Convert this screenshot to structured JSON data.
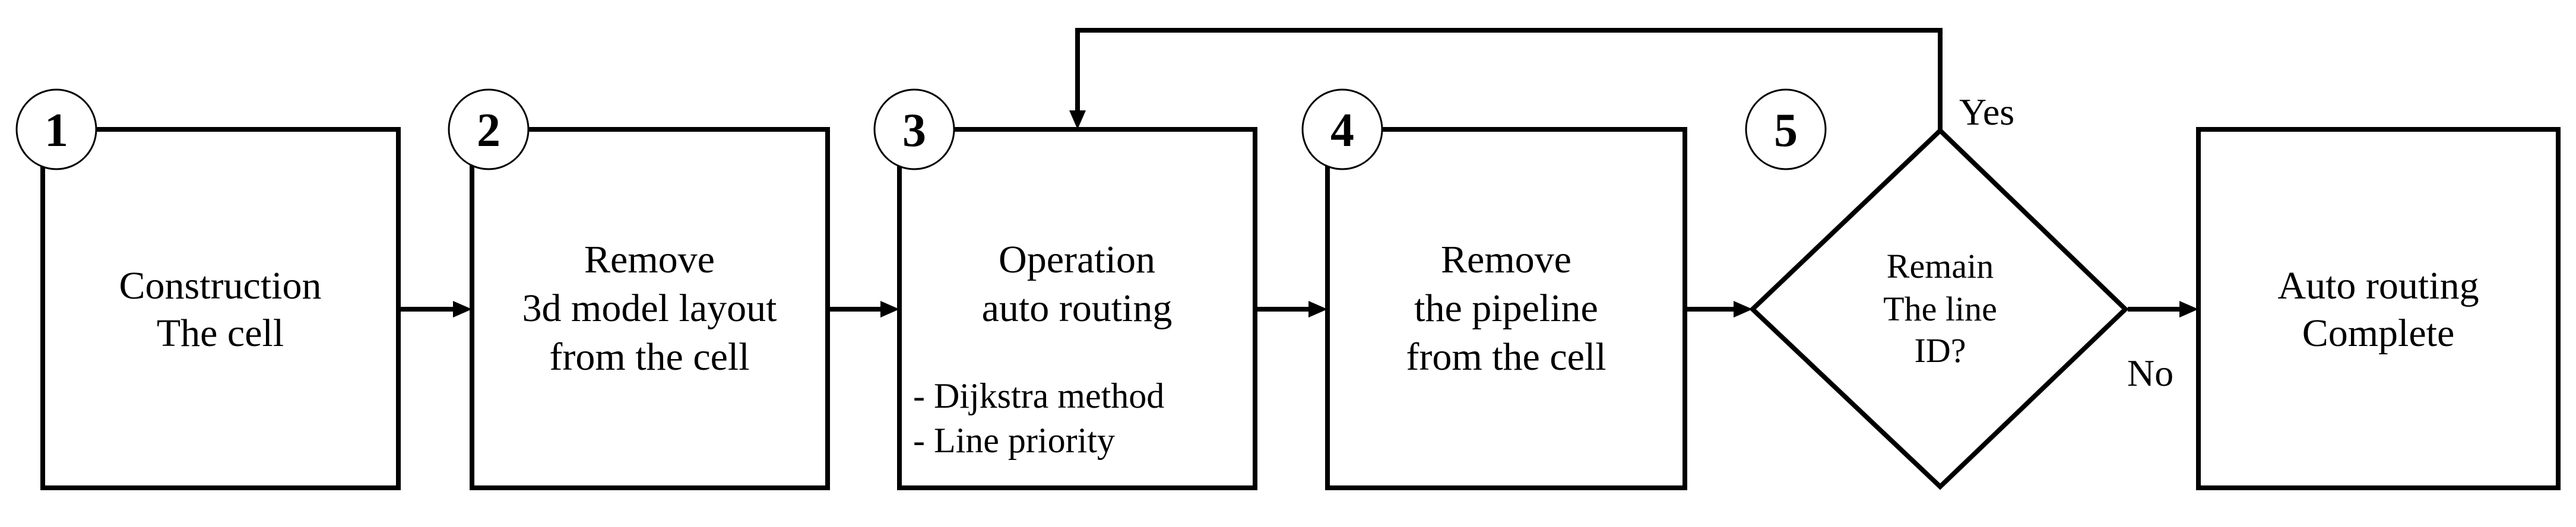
{
  "flowchart": {
    "colors": {
      "background": "#ffffff",
      "stroke": "#000000",
      "text": "#000000"
    },
    "steps": [
      {
        "number": "1",
        "lines": [
          "Construction",
          "The cell"
        ]
      },
      {
        "number": "2",
        "lines": [
          "Remove",
          "3d model layout",
          "from the cell"
        ]
      },
      {
        "number": "3",
        "lines": [
          "Operation",
          "auto routing"
        ],
        "details": [
          "- Dijkstra method",
          "- Line priority"
        ]
      },
      {
        "number": "4",
        "lines": [
          "Remove",
          "the pipeline",
          "from the cell"
        ]
      },
      {
        "number": "5",
        "lines": [
          "Remain",
          "The line",
          "ID?"
        ],
        "branch_yes": "Yes",
        "branch_no": "No"
      }
    ],
    "terminal": {
      "lines": [
        "Auto routing",
        "Complete"
      ]
    }
  }
}
